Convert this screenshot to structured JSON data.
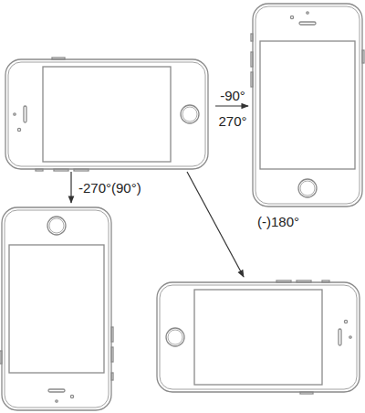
{
  "diagram": {
    "labels": [
      "-90°",
      "270°",
      "-270°(90°)",
      "(-)180°"
    ]
  }
}
